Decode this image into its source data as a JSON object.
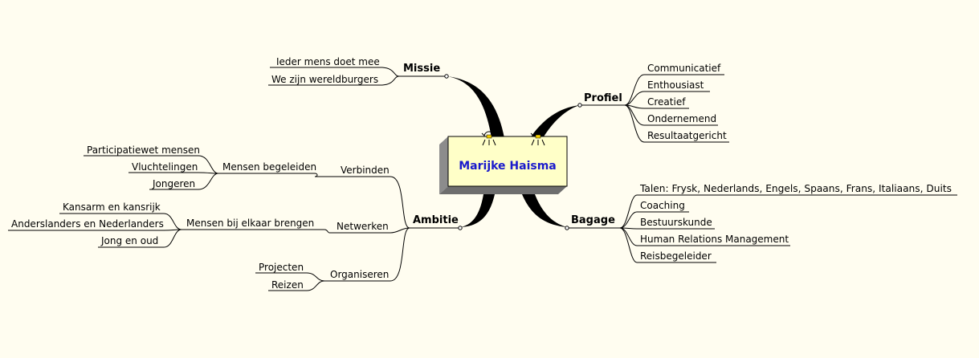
{
  "center": {
    "label": "Marijke Haisma"
  },
  "branches": {
    "missie": {
      "label": "Missie",
      "items": [
        "Ieder mens doet mee",
        "We zijn wereldburgers"
      ]
    },
    "profiel": {
      "label": "Profiel",
      "items": [
        "Communicatief",
        "Enthousiast",
        "Creatief",
        "Ondernemend",
        "Resultaatgericht"
      ]
    },
    "bagage": {
      "label": "Bagage",
      "items": [
        "Talen: Frysk, Nederlands, Engels, Spaans, Frans, Italiaans, Duits",
        "Coaching",
        "Bestuurskunde",
        "Human Relations Management",
        "Reisbegeleider"
      ]
    },
    "ambitie": {
      "label": "Ambitie",
      "verbinden": {
        "label": "Verbinden",
        "sub": "Mensen begeleiden",
        "items": [
          "Participatiewet mensen",
          "Vluchtelingen",
          "Jongeren"
        ]
      },
      "netwerken": {
        "label": "Netwerken",
        "sub": "Mensen bij elkaar brengen",
        "items": [
          "Kansarm en kansrijk",
          "Anderslanders en Nederlanders",
          "Jong en oud"
        ]
      },
      "organiseren": {
        "label": "Organiseren",
        "items": [
          "Projecten",
          "Reizen"
        ]
      }
    }
  },
  "colors": {
    "background": "#fffdf0",
    "center_fill": "#ffffc8",
    "center_shadow": "#8c8c8c",
    "center_text": "#1a1acc",
    "bulb": "#f5d000"
  }
}
